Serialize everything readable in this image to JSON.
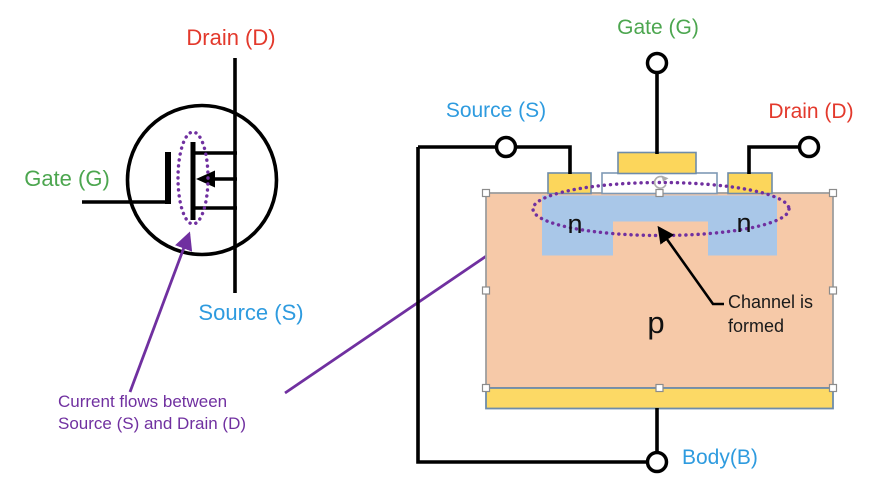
{
  "colors": {
    "drain_red": "#e3392c",
    "gate_green": "#4ca64f",
    "source_blue": "#2e9bdf",
    "annotation_purple": "#7030a0",
    "electrode_yellow": "#fcd65b",
    "body_salmon": "#f6c9a8",
    "n_region_blue": "#a9c7e8",
    "oxide_white": "#ffffff",
    "wire_black": "#000000"
  },
  "symbol": {
    "drain_label": "Drain (D)",
    "gate_label": "Gate (G)",
    "source_label": "Source (S)"
  },
  "cross_section": {
    "gate_label": "Gate (G)",
    "source_label": "Source (S)",
    "drain_label": "Drain (D)",
    "body_label": "Body(B)",
    "n_left_label": "n",
    "n_right_label": "n",
    "p_label": "p",
    "channel_note": "Channel is formed"
  },
  "annotations": {
    "current_flow_note": "Current flows between Source (S) and Drain (D)"
  }
}
